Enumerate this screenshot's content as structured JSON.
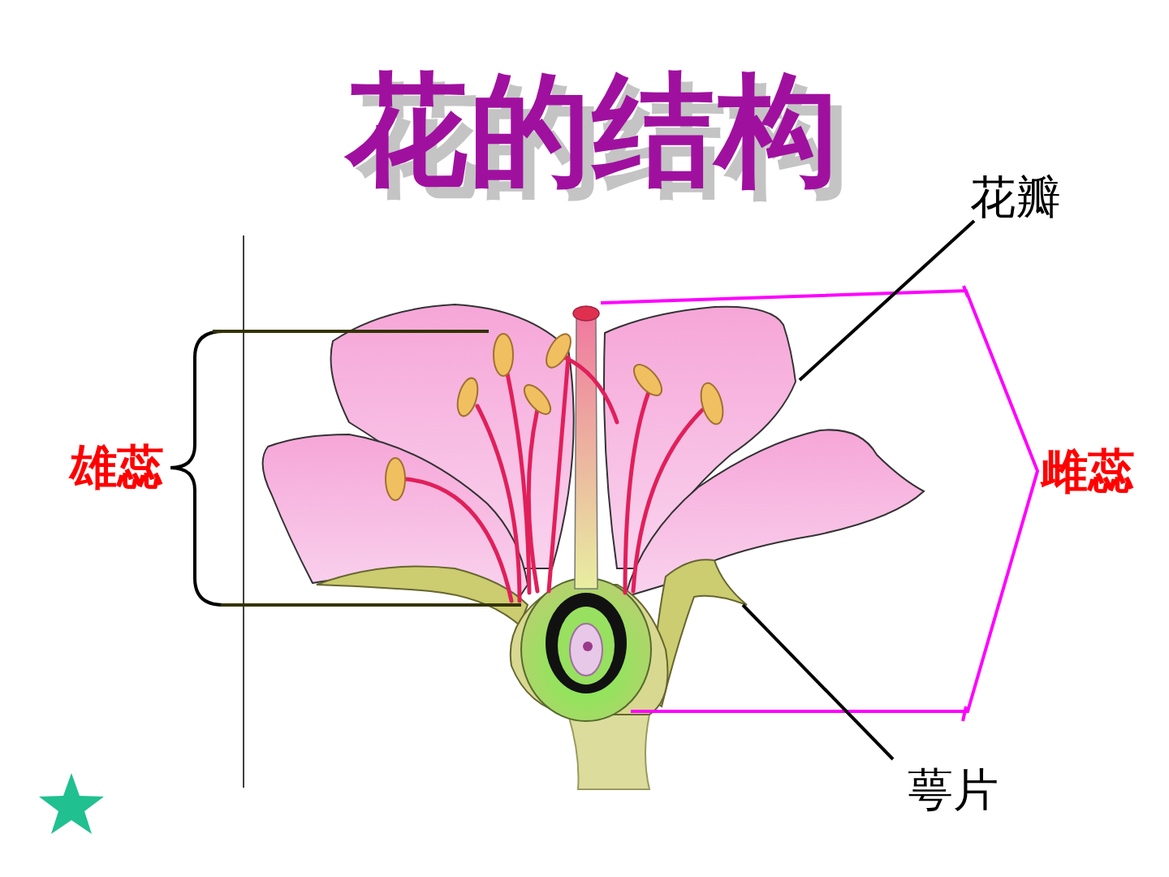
{
  "diagram": {
    "title": "花的结构",
    "labels": [
      "花瓣",
      "雄蕊",
      "雌蕊",
      "萼片"
    ]
  }
}
